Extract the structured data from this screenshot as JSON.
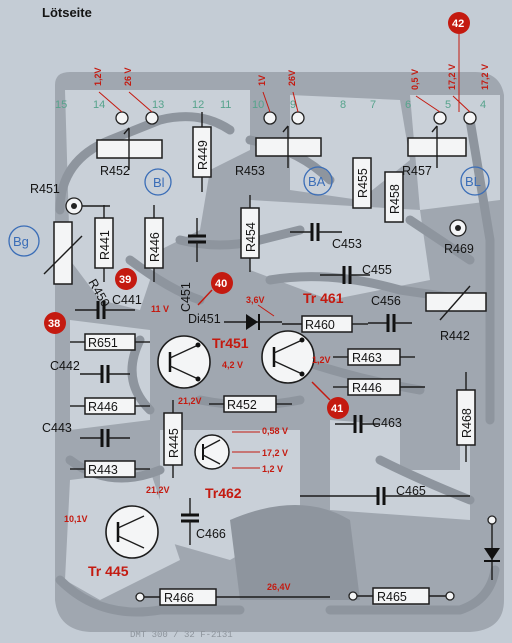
{
  "title": "Lötseite",
  "components": {
    "resistors": [
      "R452",
      "R449",
      "R453",
      "R457",
      "R451",
      "R441",
      "R446",
      "R454",
      "R458",
      "R469",
      "R450",
      "R455",
      "R460",
      "R442",
      "R651",
      "R463",
      "R446",
      "R452",
      "R445",
      "R468",
      "R443",
      "R466",
      "R465"
    ],
    "capacitors": [
      "C453",
      "C455",
      "C456",
      "C441",
      "C451",
      "C442",
      "C463",
      "C443",
      "C465",
      "C466"
    ],
    "transistors": [
      "Tr 461",
      "Tr451",
      "Tr462",
      "Tr 445"
    ],
    "diodes": [
      "Di451"
    ]
  },
  "adjust_markers": [
    "Bl",
    "BA",
    "BL",
    "Bg"
  ],
  "test_points": [
    "42",
    "39",
    "40",
    "38",
    "41"
  ],
  "voltages": [
    "1,2V",
    "26 V",
    "1V",
    "26V",
    "0,5 V",
    "17,2 V",
    "17,2 V",
    "11 V",
    "3,6V",
    "4,2 V",
    "1,2V",
    "21,2V",
    "0,58 V",
    "17,2 V",
    "1,2 V",
    "21,2V",
    "10,1V",
    "26,4V"
  ],
  "pin_numbers": [
    "15",
    "14",
    "13",
    "12",
    "11",
    "10",
    "9",
    "8",
    "7",
    "6",
    "5",
    "4"
  ],
  "footer": "DMT 300 / 32 F-2131"
}
